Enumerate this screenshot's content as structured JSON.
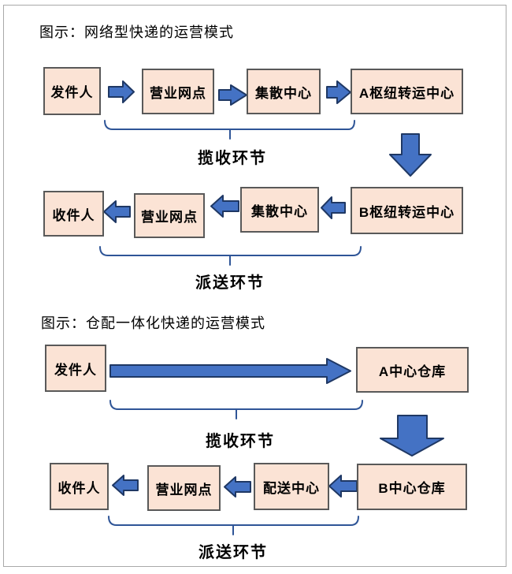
{
  "colors": {
    "node_fill": "#fbe3d5",
    "node_border": "#595959",
    "arrow_fill": "#4472c4",
    "arrow_border": "#1f3864",
    "brace_stroke": "#2f5597",
    "text": "#000000",
    "page_border": "#a9a9a9"
  },
  "diagram1": {
    "title": "图示：网络型快递的运营模式",
    "nodes_top": [
      "发件人",
      "营业网点",
      "集散中心",
      "A枢纽转运中心"
    ],
    "nodes_bottom": [
      "收件人",
      "营业网点",
      "集散中心",
      "B枢纽转运中心"
    ],
    "collect_label": "揽收环节",
    "deliver_label": "派送环节"
  },
  "diagram2": {
    "title": "图示：仓配一体化快递的运营模式",
    "nodes_top": [
      "发件人",
      "A中心仓库"
    ],
    "nodes_bottom": [
      "收件人",
      "营业网点",
      "配送中心",
      "B中心仓库"
    ],
    "collect_label": "揽收环节",
    "deliver_label": "派送环节"
  }
}
